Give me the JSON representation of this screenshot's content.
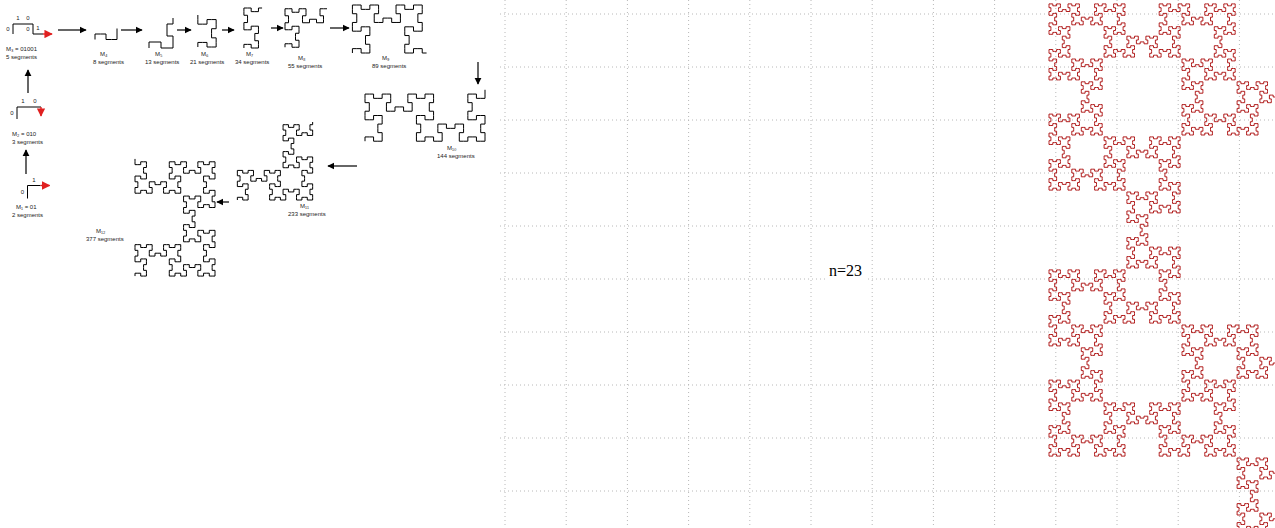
{
  "diagram": {
    "labels": [
      "0",
      "1",
      "M₁ = 01",
      "2 segments",
      "0",
      "1",
      "0",
      "M₂ = 010",
      "3 segments",
      "0",
      "1",
      "0",
      "0",
      "1",
      "M₃ = 01001",
      "5 segments",
      "M₄",
      "8 segments",
      "M₅",
      "13 segments",
      "M₆",
      "21 segments",
      "M₇",
      "34 segments",
      "M₈",
      "55 segments",
      "M₉",
      "89 segments",
      "M₁₀",
      "144 segments",
      "M₁₁",
      "233 segments",
      "M₁₂",
      "377 segments",
      "n=23"
    ]
  }
}
